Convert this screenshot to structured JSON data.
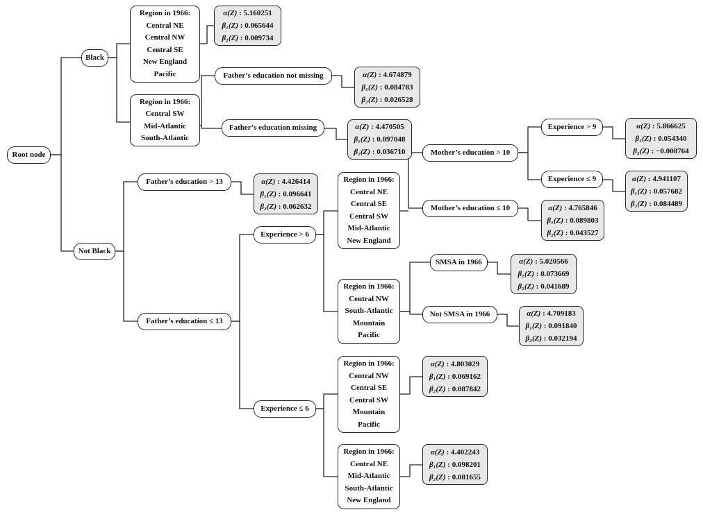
{
  "leaf_labels": [
    "α(Z)",
    "β₁(Z)",
    "β₂(Z)"
  ],
  "nodes": [
    {
      "id": "root",
      "kind": "pill",
      "lines": [
        "Root node"
      ]
    },
    {
      "id": "black",
      "kind": "pill",
      "lines": [
        "Black"
      ]
    },
    {
      "id": "notblack",
      "kind": "pill",
      "lines": [
        "Not Black"
      ]
    },
    {
      "id": "regA",
      "kind": "box",
      "lines": [
        "Region in 1966:",
        "Central NE",
        "Central NW",
        "Central SE",
        "New England",
        "Pacific"
      ]
    },
    {
      "id": "leaf1",
      "kind": "leaf",
      "values": [
        "5.160251",
        "0.065644",
        "0.009734"
      ]
    },
    {
      "id": "regB",
      "kind": "box",
      "lines": [
        "Region in 1966:",
        "Central SW",
        "Mid-Atlantic",
        "South-Atlantic"
      ]
    },
    {
      "id": "fnm",
      "kind": "pill",
      "lines": [
        "Father’s education not missing"
      ]
    },
    {
      "id": "leaf2",
      "kind": "leaf",
      "values": [
        "4.674879",
        "0.084783",
        "0.026528"
      ]
    },
    {
      "id": "fm",
      "kind": "pill",
      "lines": [
        "Father’s education missing"
      ]
    },
    {
      "id": "leaf3",
      "kind": "leaf",
      "values": [
        "4.470505",
        "0.097048",
        "0.036710"
      ]
    },
    {
      "id": "mgt",
      "kind": "pill",
      "lines": [
        "Mother’s education > 10"
      ]
    },
    {
      "id": "mle",
      "kind": "pill",
      "lines": [
        "Mother’s education ≤ 10"
      ]
    },
    {
      "id": "egt9",
      "kind": "pill",
      "lines": [
        "Experience > 9"
      ]
    },
    {
      "id": "ele9",
      "kind": "pill",
      "lines": [
        "Experience ≤ 9"
      ]
    },
    {
      "id": "leaf4",
      "kind": "leaf",
      "values": [
        "5.866625",
        "0.054340",
        "−0.008764"
      ]
    },
    {
      "id": "leaf5",
      "kind": "leaf",
      "values": [
        "4.941107",
        "0.057682",
        "0.084489"
      ]
    },
    {
      "id": "leaf6",
      "kind": "leaf",
      "values": [
        "4.765846",
        "0.089803",
        "0.043527"
      ]
    },
    {
      "id": "fgt",
      "kind": "pill",
      "lines": [
        "Father’s education > 13"
      ]
    },
    {
      "id": "leaf7",
      "kind": "leaf",
      "values": [
        "4.426414",
        "0.096641",
        "0.062632"
      ]
    },
    {
      "id": "fle",
      "kind": "pill",
      "lines": [
        "Father’s education ≤ 13"
      ]
    },
    {
      "id": "egt6",
      "kind": "pill",
      "lines": [
        "Experience > 6"
      ]
    },
    {
      "id": "ele6",
      "kind": "pill",
      "lines": [
        "Experience ≤ 6"
      ]
    },
    {
      "id": "regC",
      "kind": "box",
      "lines": [
        "Region in 1966:",
        "Central NE",
        "Central SE",
        "Central SW",
        "Mid-Atlantic",
        "New England"
      ]
    },
    {
      "id": "regD",
      "kind": "box",
      "lines": [
        "Region in 1966:",
        "Central NW",
        "South-Atlantic",
        "Mountain",
        "Pacific"
      ]
    },
    {
      "id": "smsa",
      "kind": "pill",
      "lines": [
        "SMSA in 1966"
      ]
    },
    {
      "id": "leaf8",
      "kind": "leaf",
      "values": [
        "5.020566",
        "0.073669",
        "0.041689"
      ]
    },
    {
      "id": "nsmsa",
      "kind": "pill",
      "lines": [
        "Not SMSA in 1966"
      ]
    },
    {
      "id": "leaf9",
      "kind": "leaf",
      "values": [
        "4.709183",
        "0.091840",
        "0.032194"
      ]
    },
    {
      "id": "regE",
      "kind": "box",
      "lines": [
        "Region in 1966:",
        "Central NW",
        "Central SE",
        "Central SW",
        "Mountain",
        "Pacific"
      ]
    },
    {
      "id": "leaf10",
      "kind": "leaf",
      "values": [
        "4.803029",
        "0.069162",
        "0.087842"
      ]
    },
    {
      "id": "regF",
      "kind": "box",
      "lines": [
        "Region in 1966:",
        "Central NE",
        "Mid-Atlantic",
        "South-Atlantic",
        "New England"
      ]
    },
    {
      "id": "leaf11",
      "kind": "leaf",
      "values": [
        "4.402243",
        "0.098201",
        "0.081655"
      ]
    }
  ]
}
